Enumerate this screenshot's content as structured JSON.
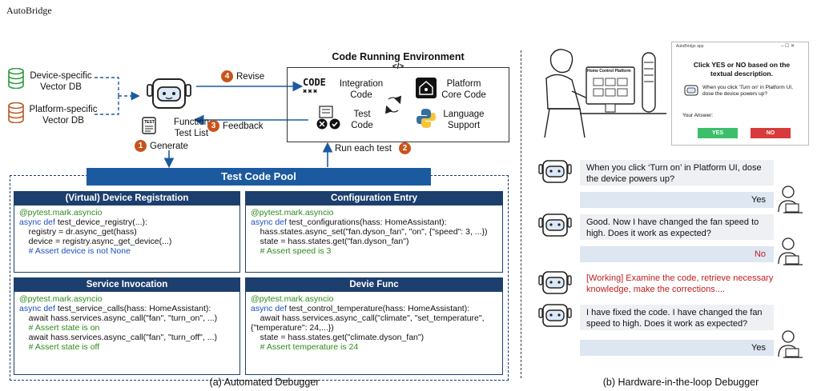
{
  "header": {
    "app_title": "AutoBridge"
  },
  "left": {
    "device_db": "Device-specific\nVector DB",
    "platform_db": "Platform-specific\nVector DB",
    "func_test_list": "Function\nTest List",
    "step1": "1",
    "step1_label": "Generate",
    "step2": "2",
    "step2_label": "Run each test",
    "step3": "3",
    "step3_label": "Feedback",
    "step4": "4",
    "step4_label": "Revise",
    "env_title": "Code Running Environment",
    "env_tag": "</>",
    "code_icon_text": "CODE",
    "integration": "Integration\nCode",
    "test_code": "Test\nCode",
    "platform_core": "Platform\nCore Code",
    "language": "Language\nSupport",
    "pool_title": "Test Code Pool",
    "cards": [
      {
        "title": "(Virtual) Device Registration",
        "l1": "@pytest.mark.asyncio",
        "l2a": "async def",
        "l2b": " test_device_registry(...):",
        "l3": "    registry = dr.async_get(hass)",
        "l4": "    device = registry.async_get_device(...)",
        "l5": "    # Assert device is not None"
      },
      {
        "title": "Configuration Entry",
        "l1": "@pytest.mark.asyncio",
        "l2a": "async def",
        "l2b": " test_configurations(hass: HomeAssistant):",
        "l3": "    hass.states.async_set(\"fan.dyson_fan\", \"on\", {\"speed\": 3, ...})",
        "l4": "    state = hass.states.get(\"fan.dyson_fan\")",
        "l5": "    # Assert speed is 3"
      },
      {
        "title": "Service Invocation",
        "l1": "@pytest.mark.asyncio",
        "l2a": "async def",
        "l2b": " test_service_calls(hass: HomeAssistant):",
        "l3": "    await hass.services.async_call(\"fan\", \"turn_on\", ...)",
        "l4": "    # Assert state is on",
        "l5": "    await hass.services.async_call(\"fan\", \"turn_off\", ...)",
        "l6": "    # Assert state is off"
      },
      {
        "title": "Devie Func",
        "l1": "@pytest.mark.asyncio",
        "l2a": "async def",
        "l2b": " test_control_temperature(hass: HomeAssistant):",
        "l3": "    await hass.services.async_call(\"climate\", \"set_temperature\",",
        "l4": "{\"temperature\": 24,...})",
        "l5": "    state = hass.states.get(\"climate.dyson_fan\")",
        "l6": "    # Assert temperature is 24"
      }
    ],
    "caption": "(a) Automated Debugger"
  },
  "right": {
    "monitor_title": "Home Control Platform",
    "app_window_title": "AutoBridge app",
    "window_controls": "–  ☐  ✕",
    "prompt": "Click YES or NO based on the textual description.",
    "question_a": "When you click ",
    "question_em": "'Turn on'",
    "question_b": " in Platform UI, dose the device powers up?",
    "your_answer": "Your Answer:",
    "yes": "YES",
    "no": "NO",
    "chat": {
      "m1": "When you click ‘Turn on’ in Platform UI, dose the device powers up?",
      "a1": "Yes",
      "m2": "Good. Now I have changed the fan speed to high. Does it work as expected?",
      "a2": "No",
      "m3": "[Working] Examine the code, retrieve necessary knowledge, make the corrections....",
      "m4": "I have fixed the code. I have changed the fan speed to high. Does it work as expected?",
      "a4": "Yes"
    },
    "caption": "(b) Hardware-in-the-loop Debugger"
  },
  "colors": {
    "accent": "#1c5aa0",
    "card_header": "#1c3f6e",
    "step": "#c8541b",
    "yes": "#3bbf6a",
    "no": "#d83b3b",
    "working": "#c31d1d",
    "comment": "#2e8a1a"
  }
}
